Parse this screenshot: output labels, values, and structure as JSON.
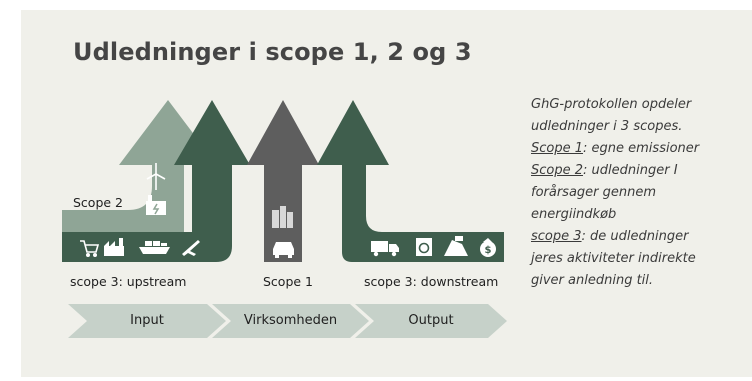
{
  "title": "Udledninger i scope 1, 2 og 3",
  "colors": {
    "background": "#f0f0ea",
    "dark_green": "#3f5e4d",
    "light_green": "#8fa596",
    "gray": "#5e5e5e",
    "chevron": "#c6d1c9",
    "text": "#3b3b3b"
  },
  "labels": {
    "scope2": "Scope 2",
    "scope3_upstream": "scope 3: upstream",
    "scope1": "Scope 1",
    "scope3_downstream": "scope 3: downstream"
  },
  "chevrons": [
    "Input",
    "Virksomheden",
    "Output"
  ],
  "icons": {
    "upstream": [
      "cart-icon",
      "factory-icon",
      "cargo-ship-icon",
      "airplane-icon"
    ],
    "scope2": [
      "wind-turbine-icon",
      "power-plant-icon"
    ],
    "scope1": [
      "office-buildings-icon",
      "car-icon"
    ],
    "downstream": [
      "truck-icon",
      "washing-machine-icon",
      "waste-icon",
      "money-bag-icon"
    ]
  },
  "description": {
    "line1": "GhG-protokollen opdeler",
    "line2": "udledninger i 3 scopes.",
    "scope1_term": "Scope 1",
    "scope1_text": ": egne emissioner",
    "scope2_term": "Scope 2",
    "scope2_text": ": udledninger I",
    "scope2_line2": "forårsager gennem",
    "scope2_line3": "energiindkøb",
    "scope3_term": "scope 3",
    "scope3_text": ": de udledninger",
    "scope3_line2": "jeres aktiviteter indirekte",
    "scope3_line3": "giver anledning til."
  }
}
